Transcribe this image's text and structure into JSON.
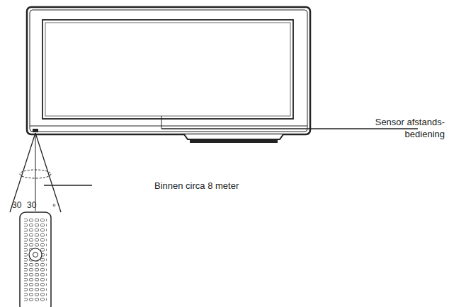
{
  "diagram": {
    "labels": [
      "Sensor afstands- bediening",
      "Binnen circa 8 meter",
      "30",
      "30",
      "°"
    ]
  }
}
